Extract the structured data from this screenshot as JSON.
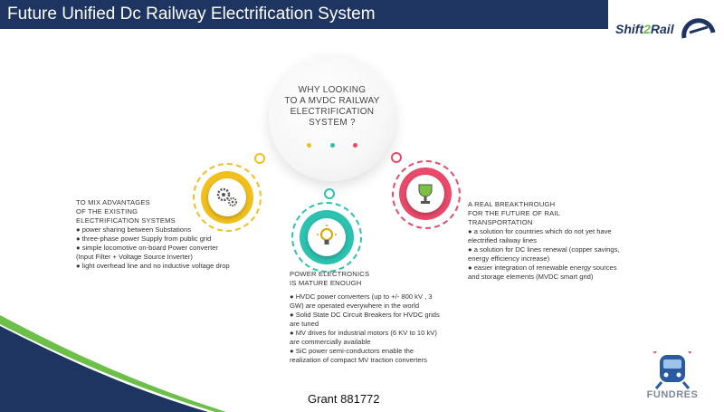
{
  "header": {
    "title": "Future Unified Dc Railway Electrification System"
  },
  "logos": {
    "shift2rail_a": "Shift",
    "shift2rail_b": "2",
    "shift2rail_c": "Rail",
    "fundres": "FUNDRES"
  },
  "center": {
    "question_lines": [
      "WHY LOOKING",
      "TO A MVDC RAILWAY",
      "ELECTRIFICATION",
      "SYSTEM ?"
    ],
    "dot_colors": [
      "#f2c01e",
      "#2cc2b0",
      "#e84a6a"
    ]
  },
  "left_block": {
    "heading": [
      "TO MIX ADVANTAGES",
      "OF THE EXISTING",
      "ELECTRIFICATION SYSTEMS"
    ],
    "bullets": [
      "● power sharing between Substations",
      "● three-phase power Supply from public grid",
      "● simple locomotive on-board Power converter",
      "(Input Filter + Voltage Source Inverter)",
      "● light overhead line and no inductive voltage drop"
    ]
  },
  "middle_block": {
    "heading": [
      "POWER ELECTRONICS",
      "IS MATURE ENOUGH"
    ],
    "bullets": [
      "● HVDC power converters (up to +/- 800 kV , 3",
      "GW) are operated everywhere in the world",
      "● Solid State DC Circuit Breakers for HVDC grids",
      "are tuned",
      "● MV drives for industrial motors (6 KV to 10 kV)",
      "are commercially available",
      "● SiC power semi-conductors enable the",
      "realization of compact MV traction converters"
    ]
  },
  "right_block": {
    "heading": [
      "A REAL BREAKTHROUGH",
      "FOR THE FUTURE OF RAIL",
      "TRANSPORTATION"
    ],
    "bullets": [
      "● a solution for countries which do not yet have",
      "electrified railway lines",
      "● a solution for DC lines renewal (copper savings,",
      "energy efficiency increase)",
      "● easier integration of renewable energy sources",
      "and storage elements (MVDC smart grid)"
    ]
  },
  "footer": {
    "grant": "Grant 881772"
  },
  "colors": {
    "navy": "#1e3461",
    "yellow": "#f2c01e",
    "teal": "#2cc2b0",
    "pink": "#e84a6a",
    "green": "#6cc04a"
  }
}
